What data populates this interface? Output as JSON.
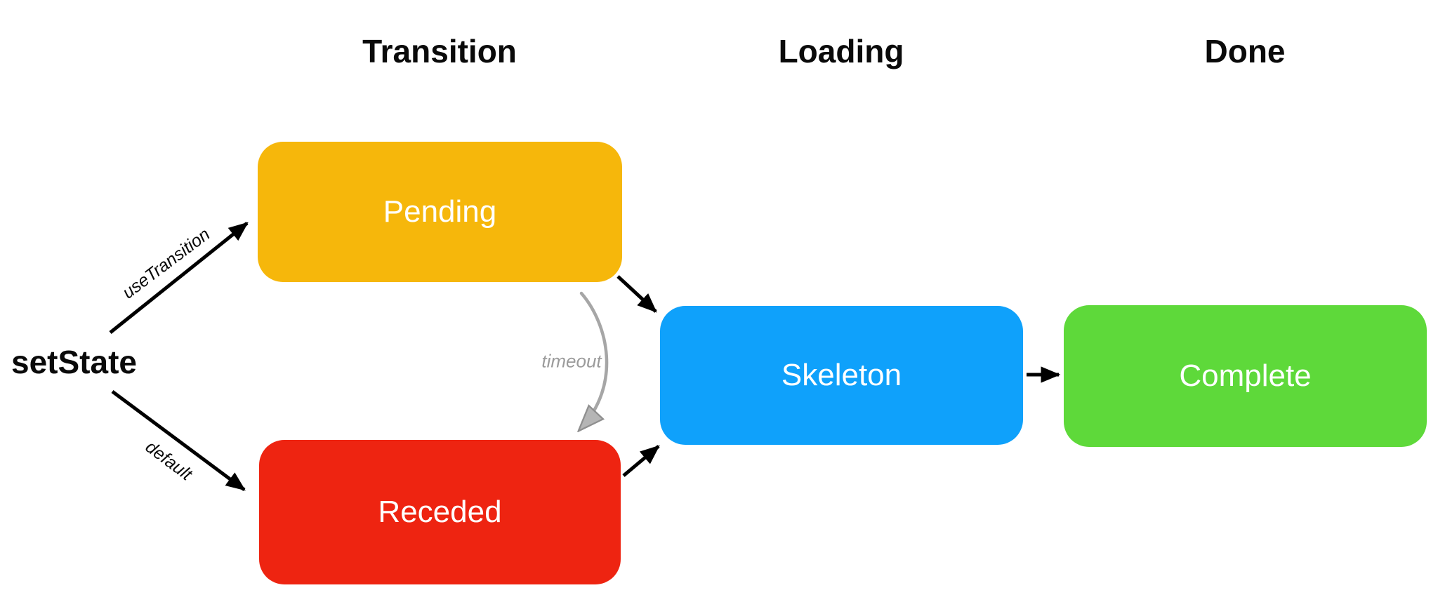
{
  "diagram": {
    "columns": [
      {
        "id": "transition",
        "label": "Transition"
      },
      {
        "id": "loading",
        "label": "Loading"
      },
      {
        "id": "done",
        "label": "Done"
      }
    ],
    "source": {
      "label": "setState"
    },
    "nodes": [
      {
        "id": "pending",
        "label": "Pending",
        "color": "#F6B70B",
        "column": "Transition"
      },
      {
        "id": "receded",
        "label": "Receded",
        "color": "#EE2411",
        "column": "Transition"
      },
      {
        "id": "skeleton",
        "label": "Skeleton",
        "color": "#0FA1FB",
        "column": "Loading"
      },
      {
        "id": "complete",
        "label": "Complete",
        "color": "#5ED93A",
        "column": "Done"
      }
    ],
    "edges": [
      {
        "from": "setState",
        "to": "pending",
        "label": "useTransition",
        "color": "#000000",
        "style": "straight"
      },
      {
        "from": "setState",
        "to": "receded",
        "label": "default",
        "color": "#000000",
        "style": "straight"
      },
      {
        "from": "pending",
        "to": "skeleton",
        "label": "",
        "color": "#000000",
        "style": "straight"
      },
      {
        "from": "receded",
        "to": "skeleton",
        "label": "",
        "color": "#000000",
        "style": "straight"
      },
      {
        "from": "pending",
        "to": "receded",
        "label": "timeout",
        "color": "#A6A6A6",
        "style": "hand-drawn-curve"
      },
      {
        "from": "skeleton",
        "to": "complete",
        "label": "",
        "color": "#000000",
        "style": "straight"
      }
    ],
    "colors": {
      "background": "#FFFFFF",
      "header_text": "#0A0A0A",
      "node_text": "#FFFFFF",
      "edge": "#000000",
      "edge_muted": "#A6A6A6",
      "edge_label_muted": "#9B9B9B"
    }
  }
}
